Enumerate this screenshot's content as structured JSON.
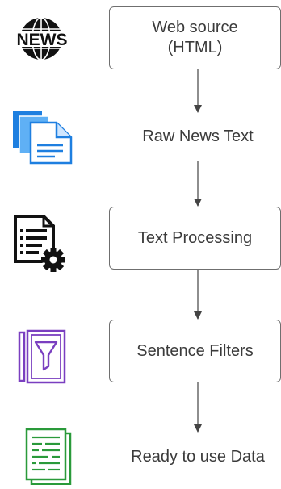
{
  "diagram": {
    "steps": [
      {
        "label": "Web source\n(HTML)",
        "icon": "news-globe-icon",
        "boxed": true
      },
      {
        "label": "Raw News Text",
        "icon": "documents-icon",
        "boxed": false
      },
      {
        "label": "Text Processing",
        "icon": "document-gear-icon",
        "boxed": true
      },
      {
        "label": "Sentence Filters",
        "icon": "document-filter-icon",
        "boxed": true
      },
      {
        "label": "Ready to use Data",
        "icon": "data-document-icon",
        "boxed": false
      }
    ],
    "news_icon_text": "NEWS",
    "colors": {
      "box_border": "#6f6f6f",
      "arrow": "#444444",
      "news_icon": "#111111",
      "docs_icon": "#1e7fe0",
      "gear_icon": "#111111",
      "filter_icon": "#7a3fc0",
      "data_icon": "#2a9a3a"
    }
  }
}
